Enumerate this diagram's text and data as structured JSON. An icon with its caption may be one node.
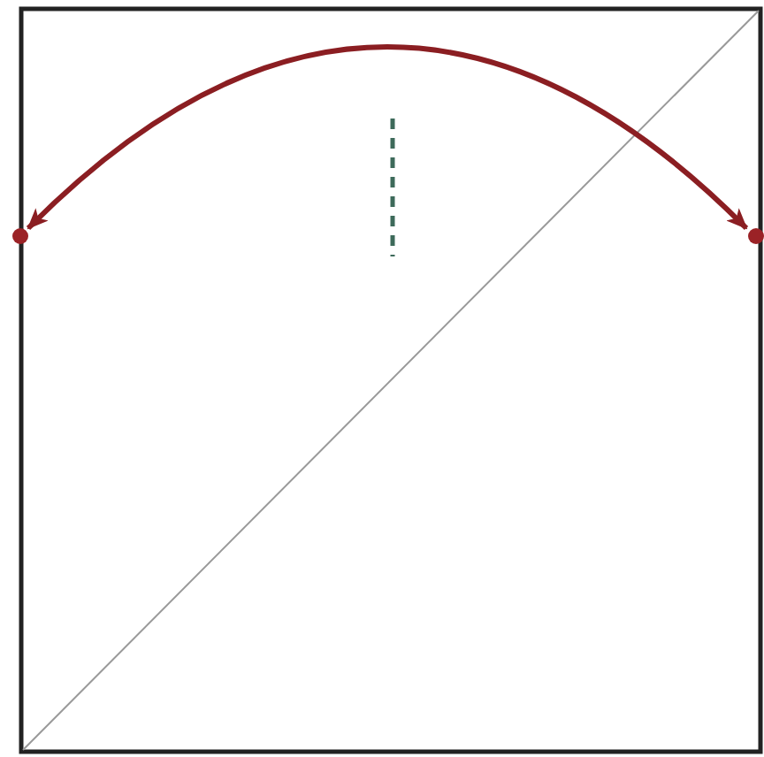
{
  "diagram": {
    "nodes": [
      {
        "text": [],
        "shape": "circle"
      },
      {
        "text": [],
        "shape": "circle"
      }
    ],
    "edges": [
      {
        "from": 0,
        "to": 1,
        "arrow": "both"
      }
    ]
  }
}
